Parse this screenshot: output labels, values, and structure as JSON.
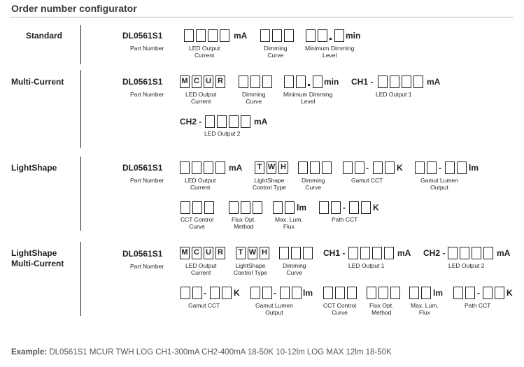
{
  "title": "Order number configurator",
  "sections": {
    "standard": {
      "label": "Standard"
    },
    "multi_current": {
      "label": "Multi-Current"
    },
    "lightshape": {
      "label": "LightShape"
    },
    "lightshape_mc": {
      "label_line1": "LightShape",
      "label_line2": "Multi-Current"
    }
  },
  "common": {
    "part_number_value": "DL0561S1",
    "part_number_caption": "Part Number",
    "unit_ma": "mA",
    "unit_min": "min",
    "unit_k": "K",
    "unit_lm": "lm",
    "dash": "-",
    "dot": ".",
    "ch1": "CH1 -",
    "ch2": "CH2 -",
    "mcur_letters": [
      "M",
      "C",
      "U",
      "R"
    ],
    "twh_letters": [
      "T",
      "W",
      "H"
    ]
  },
  "captions": {
    "led_output_current_1": "LED Output",
    "led_output_current_2": "Current",
    "dimming_curve_1": "Dimming",
    "dimming_curve_2": "Curve",
    "min_dim_level_1": "Minimum Dimming",
    "min_dim_level_2": "Level",
    "led_output_1": "LED Output 1",
    "led_output_2": "LED Output 2",
    "ls_control_type_1": "LightShape",
    "ls_control_type_2": "Control Type",
    "gamut_cct": "Gamut CCT",
    "gamut_lumen_output_1": "Gamut Lumen",
    "gamut_lumen_output_2": "Output",
    "cct_control_curve_1": "CCT Control",
    "cct_control_curve_2": "Curve",
    "flux_opt_method_1": "Flux Opt.",
    "flux_opt_method_2": "Method",
    "max_lum_flux_1": "Max. Lum.",
    "max_lum_flux_2": "Flux",
    "path_cct": "Path CCT"
  },
  "example": {
    "label": "Example:",
    "text": "DL0561S1 MCUR TWH LOG CH1-300mA CH2-400mA 18-50K 10-12lm LOG MAX 12lm 18-50K"
  }
}
